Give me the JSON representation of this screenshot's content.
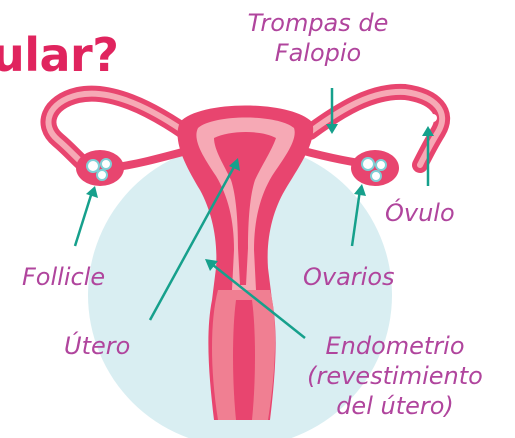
{
  "heading": "ular?",
  "labels": {
    "fallopian_tubes": [
      "Trompas de",
      "Falopio"
    ],
    "ovum": "Óvulo",
    "ovaries": "Ovarios",
    "follicle": "Follicle",
    "uterus": "Útero",
    "endometrium": [
      "Endometrio",
      "(revestimiento",
      "del útero)"
    ]
  },
  "colors": {
    "heading": "#e0245e",
    "label": "#b0459d",
    "pointer": "#16a08c",
    "organ_dark": "#e8456f",
    "organ_mid": "#f07f92",
    "organ_light": "#f6a9b5",
    "backdrop": "#d9eef2"
  }
}
